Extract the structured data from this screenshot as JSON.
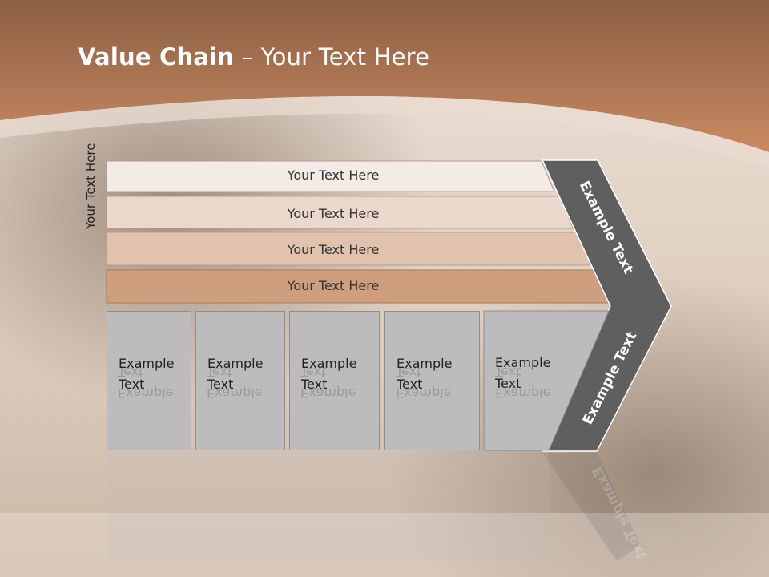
{
  "slide": {
    "title_bold": "Value Chain",
    "title_rest": " – Your Text Here",
    "side_label": "Your Text Here"
  },
  "stripes": [
    "Your Text Here",
    "Your Text Here",
    "Your Text Here",
    "Your Text Here"
  ],
  "columns": [
    {
      "line1": "Example",
      "line2": "Text"
    },
    {
      "line1": "Example",
      "line2": "Text"
    },
    {
      "line1": "Example",
      "line2": "Text"
    },
    {
      "line1": "Example",
      "line2": "Text"
    },
    {
      "line1": "Example",
      "line2": "Text"
    }
  ],
  "chevron": {
    "upper_text": "Example Text",
    "lower_text": "Example Text"
  },
  "colors": {
    "header": "#b5764f",
    "stripe1": "#f3ebe5",
    "stripe2": "#ead8cc",
    "stripe3": "#e0c2ad",
    "stripe4": "#cf9e7c",
    "chevron": "#5f5f5f",
    "column": "#bcbcbc"
  }
}
